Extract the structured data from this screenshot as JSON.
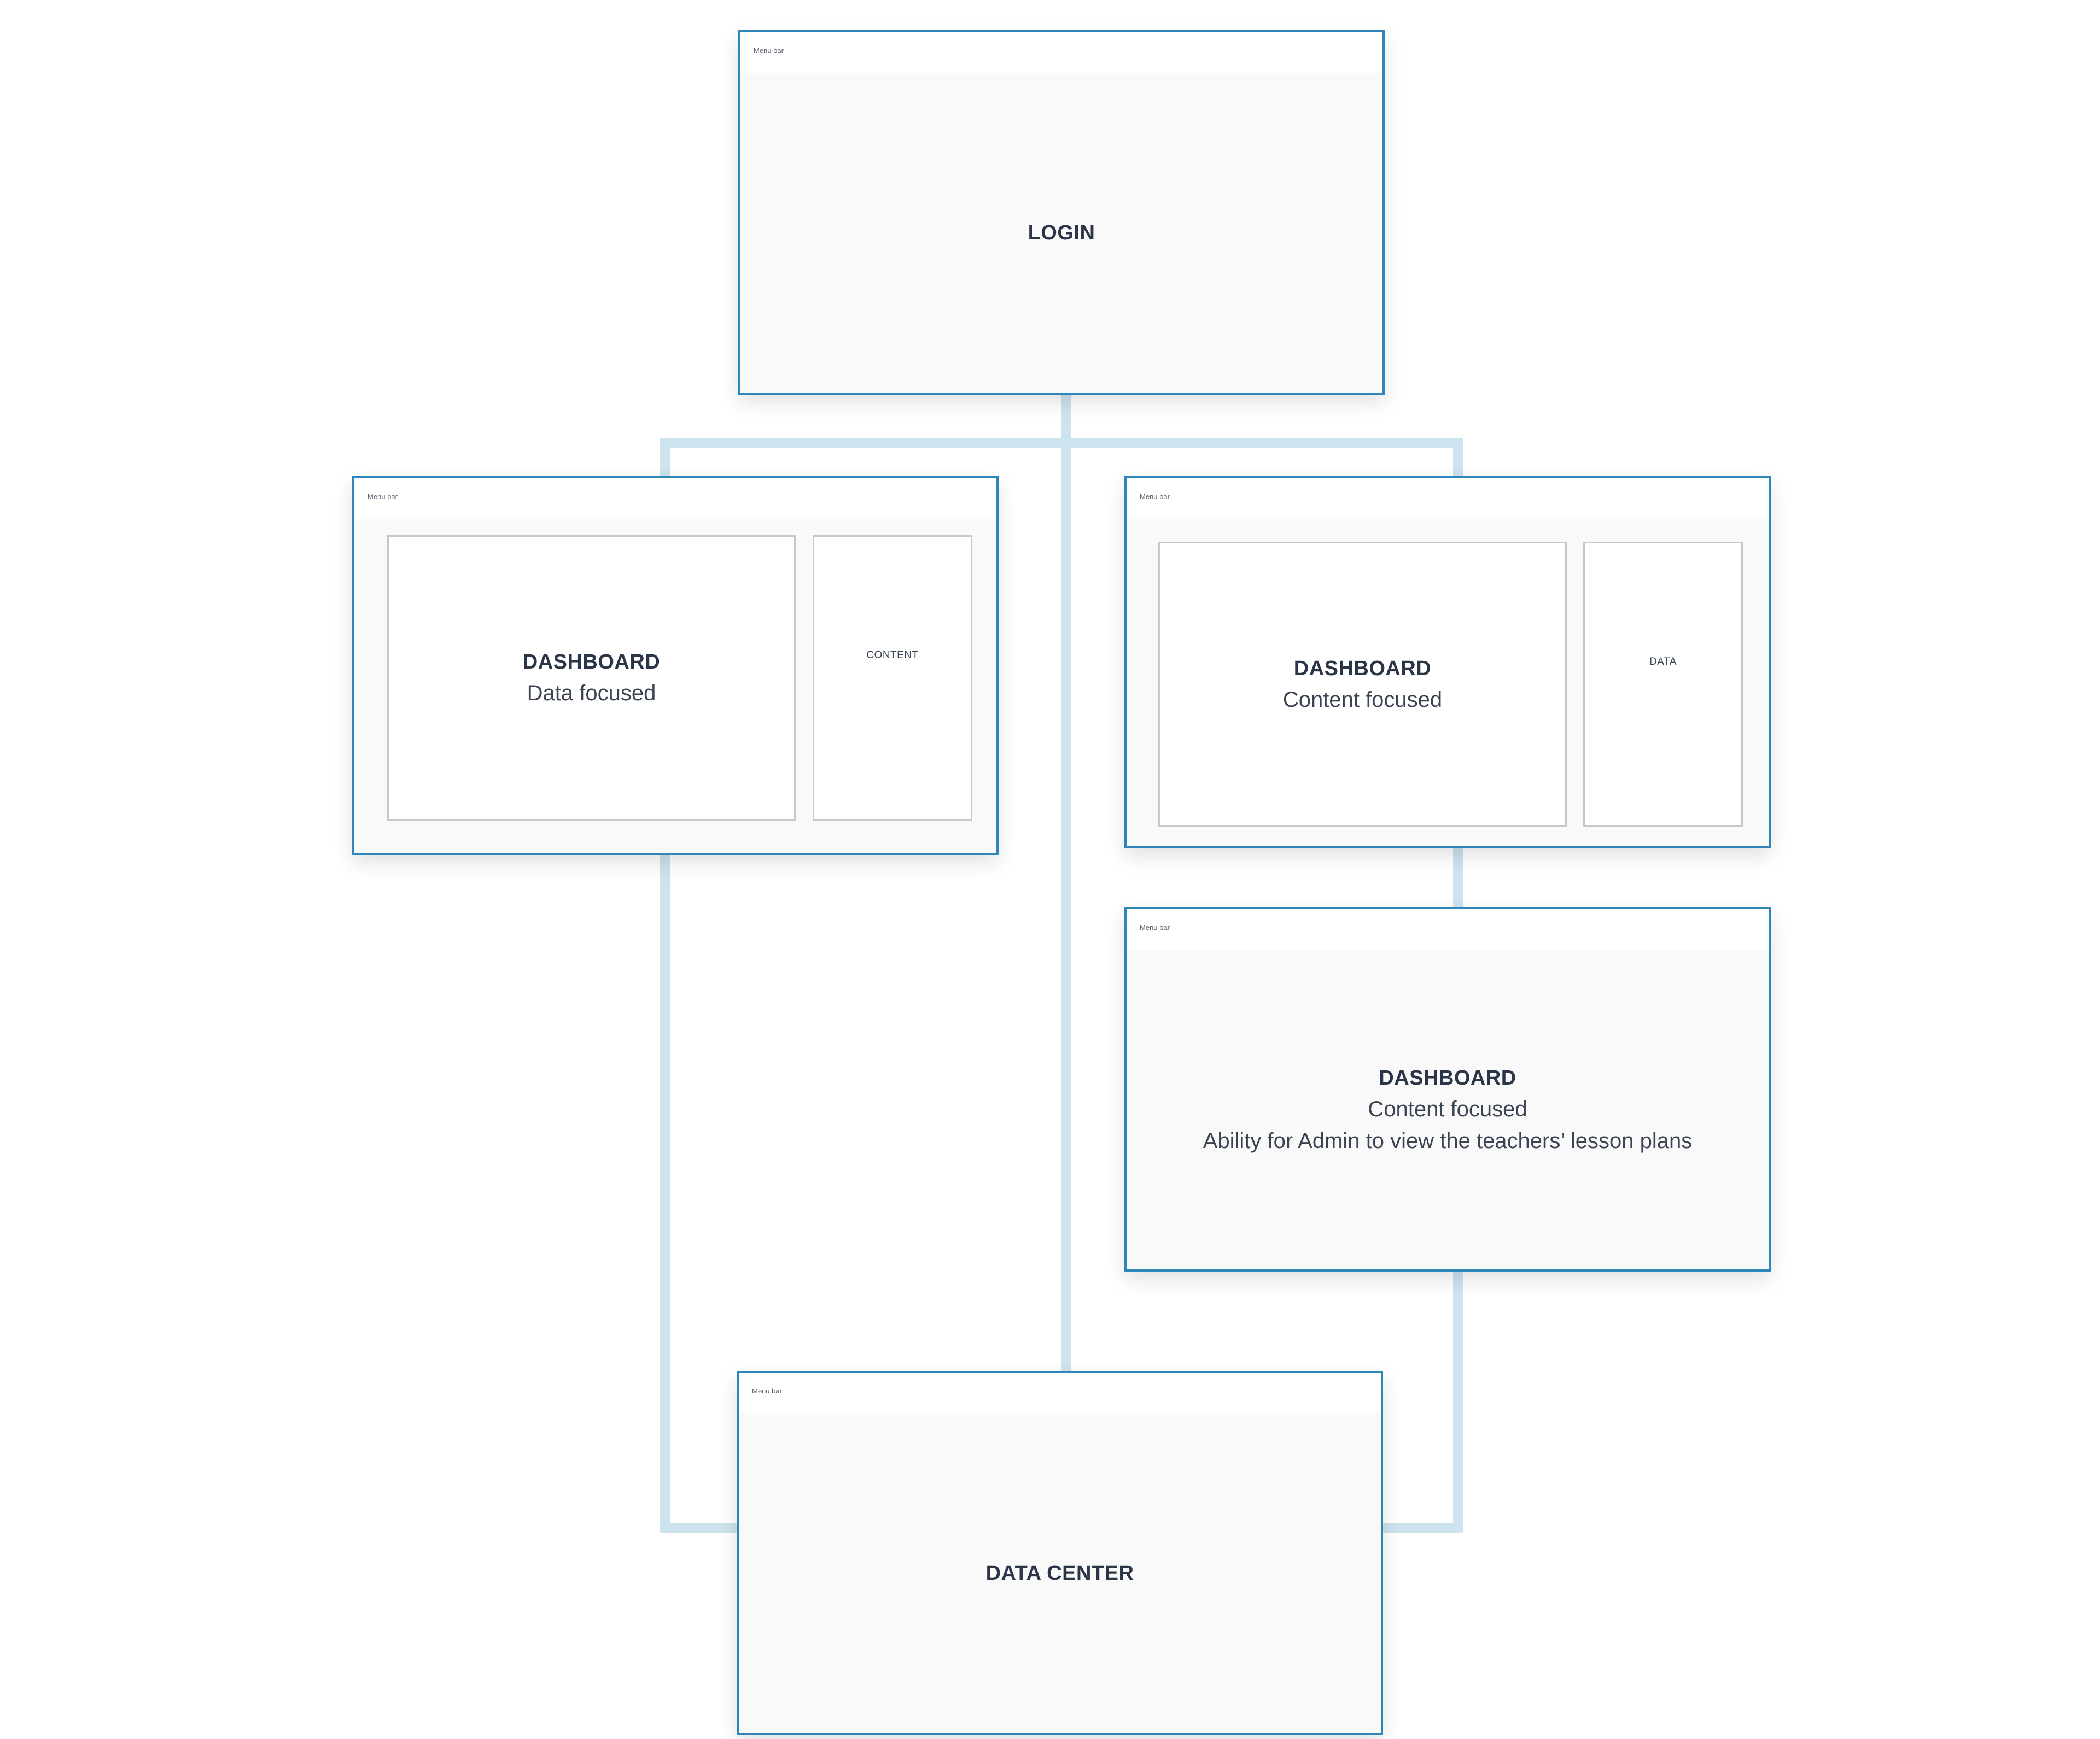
{
  "frames": {
    "login": {
      "menu_label": "Menu bar",
      "title": "LOGIN"
    },
    "dashboard_data": {
      "menu_label": "Menu bar",
      "title": "DASHBOARD",
      "subtitle": "Data focused",
      "side_label": "CONTENT"
    },
    "dashboard_content": {
      "menu_label": "Menu bar",
      "title": "DASHBOARD",
      "subtitle": "Content focused",
      "side_label": "DATA"
    },
    "dashboard_admin": {
      "menu_label": "Menu bar",
      "title": "DASHBOARD",
      "subtitle": "Content focused",
      "detail": "Ability for Admin to view the teachers’ lesson plans"
    },
    "data_center": {
      "menu_label": "Menu bar",
      "title": "DATA CENTER"
    }
  },
  "colors": {
    "frame_border": "#2f86b8",
    "connector": "#cde3ee",
    "frame_background": "#f9f9f9",
    "text": "#2f3b50"
  }
}
